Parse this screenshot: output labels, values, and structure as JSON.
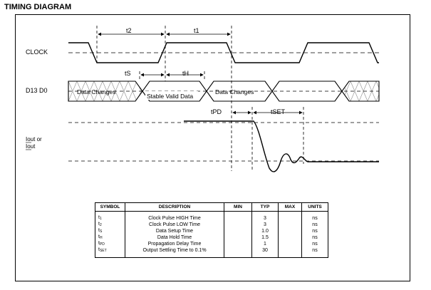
{
  "title": "TIMING DIAGRAM",
  "signals": {
    "clock": "CLOCK",
    "data": "D13 D0",
    "iout": "Iout or",
    "iout2": "Iout"
  },
  "annotations": {
    "t2": "t2",
    "t1": "t1",
    "ts": "tS",
    "th": "tH",
    "tpd": "tPD",
    "tset": "tSET",
    "data_changes_1": "Data Changes",
    "stable_valid": "Stable Valid Data",
    "data_changes_2": "Data Changes"
  },
  "table": {
    "headers": [
      "SYMBOL",
      "DESCRIPTION",
      "MIN",
      "TYP",
      "MAX",
      "UNITS"
    ],
    "rows": [
      {
        "sym": "t",
        "sub": "1",
        "desc": "Clock Pulse HIGH Time",
        "min": "",
        "typ": "3",
        "max": "",
        "units": "ns"
      },
      {
        "sym": "t",
        "sub": "2",
        "desc": "Clock Pulse LOW Time",
        "min": "",
        "typ": "3",
        "max": "",
        "units": "ns"
      },
      {
        "sym": "t",
        "sub": "S",
        "desc": "Data Setup Time",
        "min": "",
        "typ": "1.0",
        "max": "",
        "units": "ns"
      },
      {
        "sym": "t",
        "sub": "H",
        "desc": "Data Hold Time",
        "min": "",
        "typ": "1.5",
        "max": "",
        "units": "ns"
      },
      {
        "sym": "t",
        "sub": "PD",
        "desc": "Propagation Delay Time",
        "min": "",
        "typ": "1",
        "max": "",
        "units": "ns"
      },
      {
        "sym": "t",
        "sub": "SET",
        "desc": "Output Settling Time to 0.1%",
        "min": "",
        "typ": "30",
        "max": "",
        "units": "ns"
      }
    ]
  }
}
